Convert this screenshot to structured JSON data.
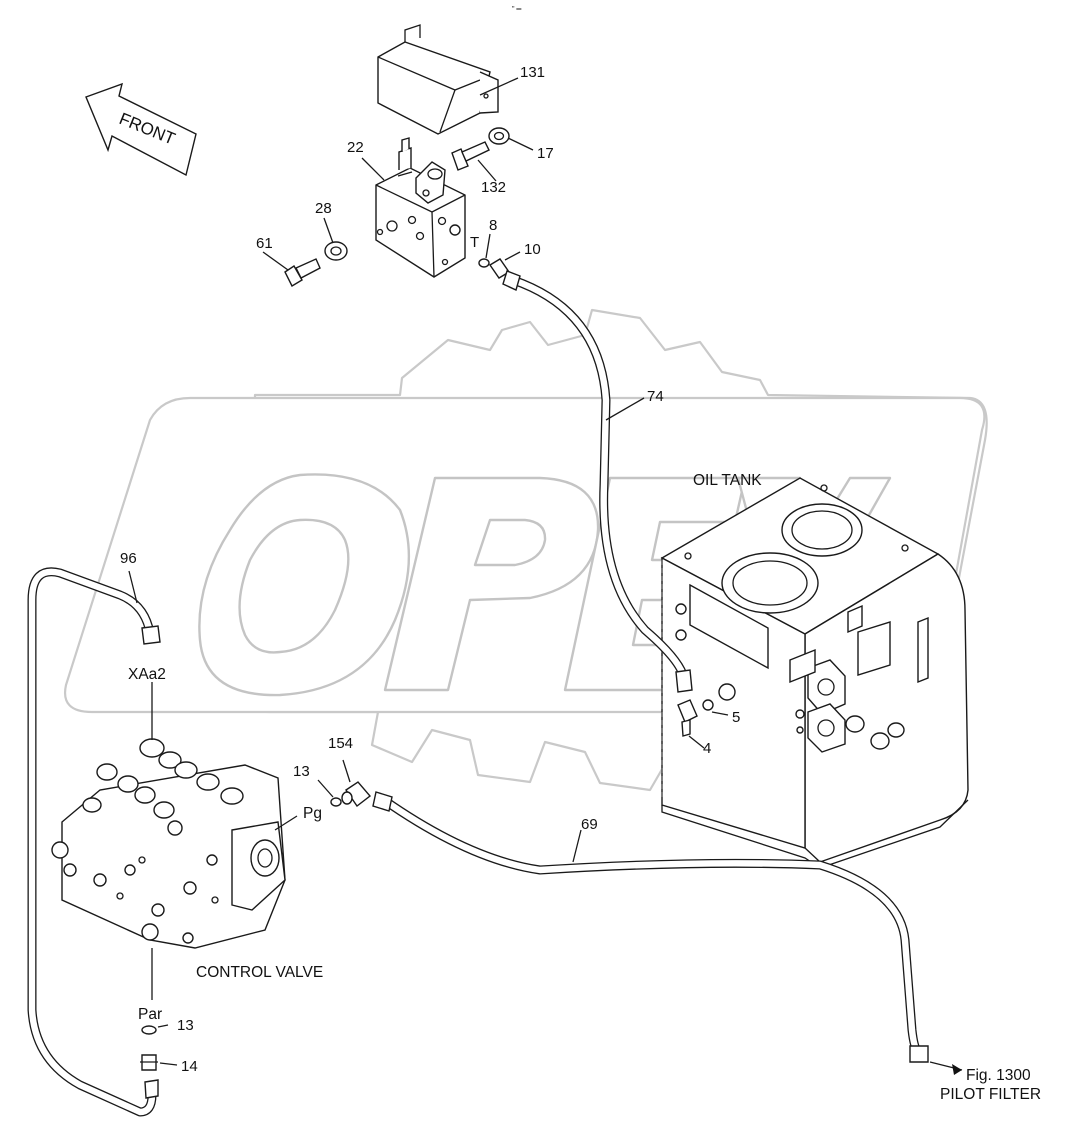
{
  "header_mark": "\" ═",
  "front_arrow": {
    "label": "FRONT"
  },
  "watermark": {
    "text": "OPEX"
  },
  "assemblies": {
    "oil_tank": "OIL TANK",
    "control_valve": "CONTROL VALVE"
  },
  "port_labels": {
    "t": "T",
    "xaa2": "XAa2",
    "pg": "Pg",
    "par": "Par"
  },
  "callouts": {
    "c131": "131",
    "c17": "17",
    "c22": "22",
    "c132": "132",
    "c28": "28",
    "c8": "8",
    "c10": "10",
    "c61": "61",
    "c74": "74",
    "c96": "96",
    "c5": "5",
    "c4": "4",
    "c154": "154",
    "c13_pg": "13",
    "c69": "69",
    "c13_par": "13",
    "c14": "14"
  },
  "reference": {
    "figure": "Fig. 1300",
    "name": "PILOT FILTER"
  }
}
